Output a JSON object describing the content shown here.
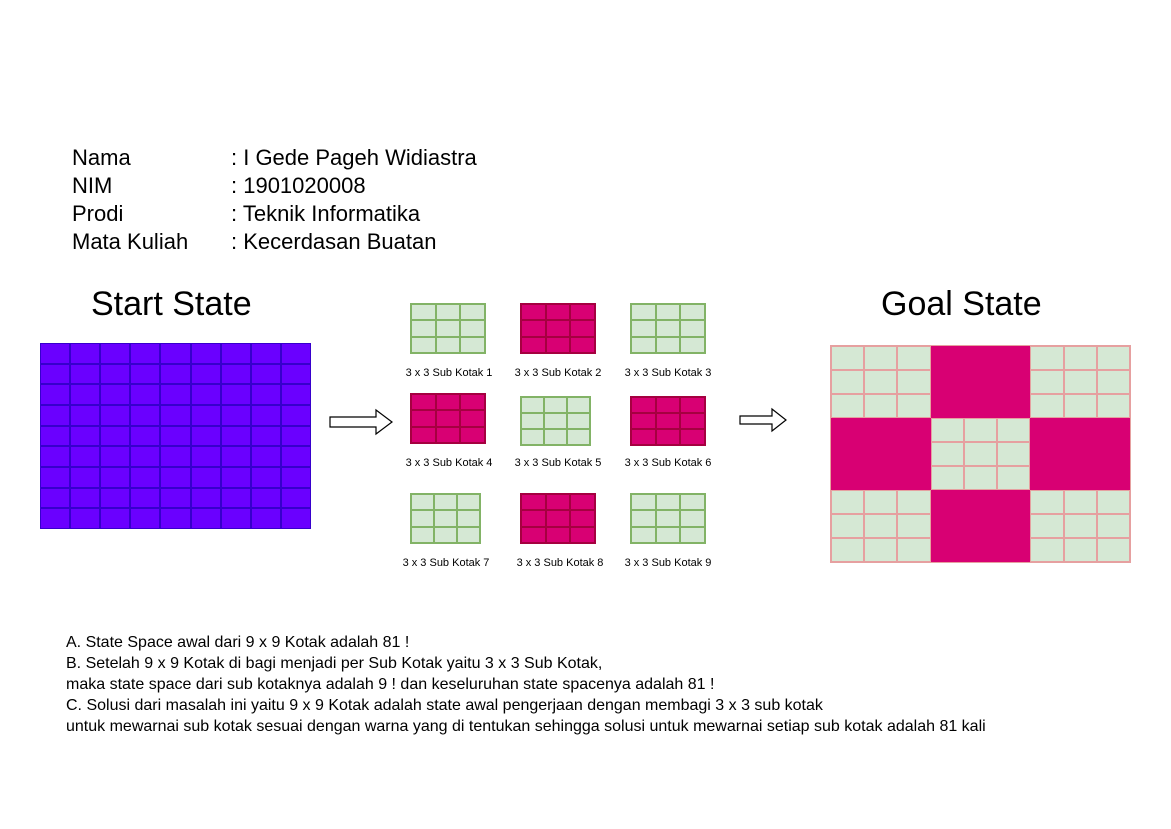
{
  "info": [
    {
      "label": "Nama",
      "value": ": I Gede Pageh Widiastra"
    },
    {
      "label": "NIM",
      "value": ": 1901020008"
    },
    {
      "label": "Prodi",
      "value": ": Teknik Informatika"
    },
    {
      "label": "Mata Kuliah",
      "value": ": Kecerdasan Buatan"
    }
  ],
  "start_title": "Start State",
  "goal_title": "Goal State",
  "colors": {
    "start_fill": "#6a00ff",
    "start_line": "#3700cc",
    "magenta_fill": "#d80073",
    "magenta_line": "#a50040",
    "green_fill": "#d5e8d4",
    "green_line": "#82b366",
    "goal_line": "#e6a0a0"
  },
  "sub_boxes": [
    {
      "caption": "3 x 3 Sub Kotak 1",
      "color": "green"
    },
    {
      "caption": "3 x 3 Sub Kotak 2",
      "color": "magenta"
    },
    {
      "caption": "3 x 3 Sub Kotak 3",
      "color": "green"
    },
    {
      "caption": "3 x 3 Sub Kotak 4",
      "color": "magenta"
    },
    {
      "caption": "3 x 3 Sub Kotak 5",
      "color": "green"
    },
    {
      "caption": "3 x 3 Sub Kotak 6",
      "color": "magenta"
    },
    {
      "caption": "3 x 3 Sub Kotak 7",
      "color": "green"
    },
    {
      "caption": "3 x 3 Sub Kotak 8",
      "color": "magenta"
    },
    {
      "caption": "3 x 3 Sub Kotak 9",
      "color": "green"
    }
  ],
  "notes": [
    "A. State Space awal dari 9 x 9 Kotak adalah 81 !",
    "B. Setelah 9 x 9 Kotak di bagi menjadi per Sub Kotak yaitu 3 x 3 Sub Kotak,",
    "maka state space dari sub kotaknya adalah 9 ! dan keseluruhan state spacenya adalah 81 !",
    "C. Solusi dari masalah ini yaitu 9 x 9 Kotak adalah state awal pengerjaan dengan membagi 3 x 3 sub kotak",
    "untuk mewarnai sub kotak sesuai dengan warna yang di tentukan sehingga solusi untuk mewarnai setiap sub kotak adalah 81 kali"
  ]
}
